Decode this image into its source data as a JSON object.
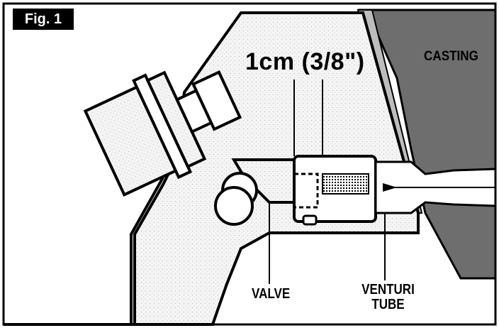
{
  "figure": {
    "badge": "Fig. 1",
    "measurement": "1cm (3/8\")",
    "labels": {
      "casting": "CASTING",
      "valve": "VALVE",
      "venturi_line1": "VENTURI",
      "venturi_line2": "TUBE"
    }
  },
  "colors": {
    "casting_fill": "#6e6e6e",
    "body_fill": "#f1f1f1",
    "outline": "#000000",
    "background": "#ffffff"
  }
}
